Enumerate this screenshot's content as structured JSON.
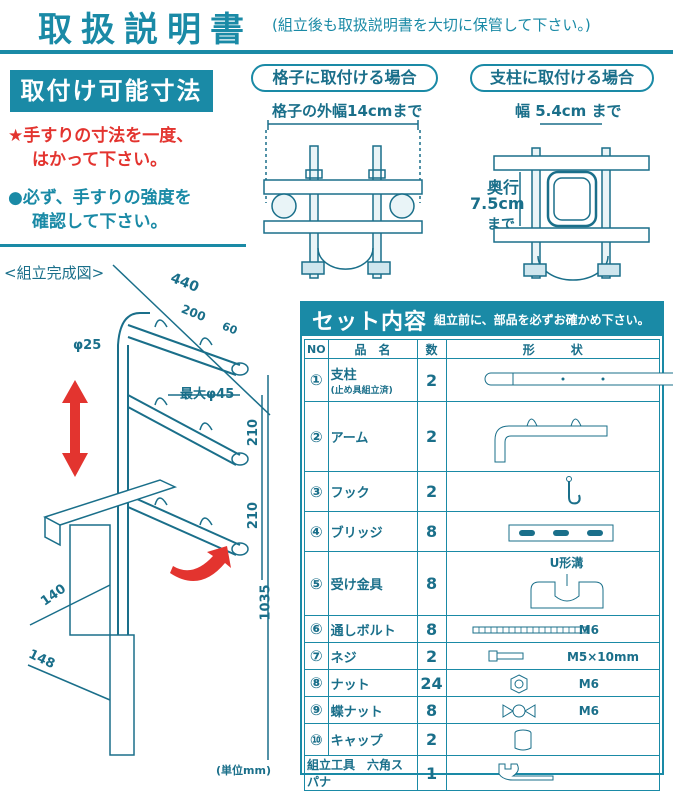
{
  "header": {
    "title": "取扱説明書",
    "subtitle": "(組立後も取扱説明書を大切に保管して下さい。)"
  },
  "mountable": {
    "badge": "取付け可能寸法",
    "note1_line1": "★手すりの寸法を一度、",
    "note1_line2": "はかって下さい。",
    "note2_line1": "●必ず、手すりの強度を",
    "note2_line2": "確認して下さい。"
  },
  "lattice": {
    "label": "格子に取付ける場合",
    "width_text": "格子の外幅14cmまで"
  },
  "pillar": {
    "label": "支柱に取付ける場合",
    "width_text": "幅 5.4cm まで",
    "depth_line1": "奥行",
    "depth_line2": "7.5cm",
    "depth_line3": "まで"
  },
  "assembly": {
    "label": "<組立完成図>",
    "dims": {
      "d440": "440",
      "d200": "200",
      "d60": "60",
      "phi25": "φ25",
      "max45": "最大φ45",
      "d210a": "210",
      "d210b": "210",
      "d1035": "1035",
      "d140": "140",
      "d148": "148"
    },
    "unit": "(単位mm)"
  },
  "parts": {
    "title": "セット内容",
    "note": "組立前に、部品を必ずお確かめ下さい。",
    "headers": {
      "no": "NO",
      "name": "品　名",
      "qty": "数",
      "shape": "形　　　状"
    },
    "rows": [
      {
        "no": "①",
        "name": "支柱",
        "name2": "(止め具組立済)",
        "qty": "2",
        "spec": ""
      },
      {
        "no": "②",
        "name": "アーム",
        "name2": "",
        "qty": "2",
        "spec": ""
      },
      {
        "no": "③",
        "name": "フック",
        "name2": "",
        "qty": "2",
        "spec": ""
      },
      {
        "no": "④",
        "name": "ブリッジ",
        "name2": "",
        "qty": "8",
        "spec": ""
      },
      {
        "no": "⑤",
        "name": "受け金具",
        "name2": "",
        "qty": "8",
        "spec": "U形溝"
      },
      {
        "no": "⑥",
        "name": "通しボルト",
        "name2": "",
        "qty": "8",
        "spec": "M6"
      },
      {
        "no": "⑦",
        "name": "ネジ",
        "name2": "",
        "qty": "2",
        "spec": "M5×10mm"
      },
      {
        "no": "⑧",
        "name": "ナット",
        "name2": "",
        "qty": "24",
        "spec": "M6"
      },
      {
        "no": "⑨",
        "name": "蝶ナット",
        "name2": "",
        "qty": "8",
        "spec": "M6"
      },
      {
        "no": "⑩",
        "name": "キャップ",
        "name2": "",
        "qty": "2",
        "spec": ""
      }
    ],
    "tool": {
      "label": "組立工具　六角スパナ",
      "qty": "1"
    }
  },
  "colors": {
    "teal": "#1a8aa6",
    "red": "#e3342f"
  }
}
